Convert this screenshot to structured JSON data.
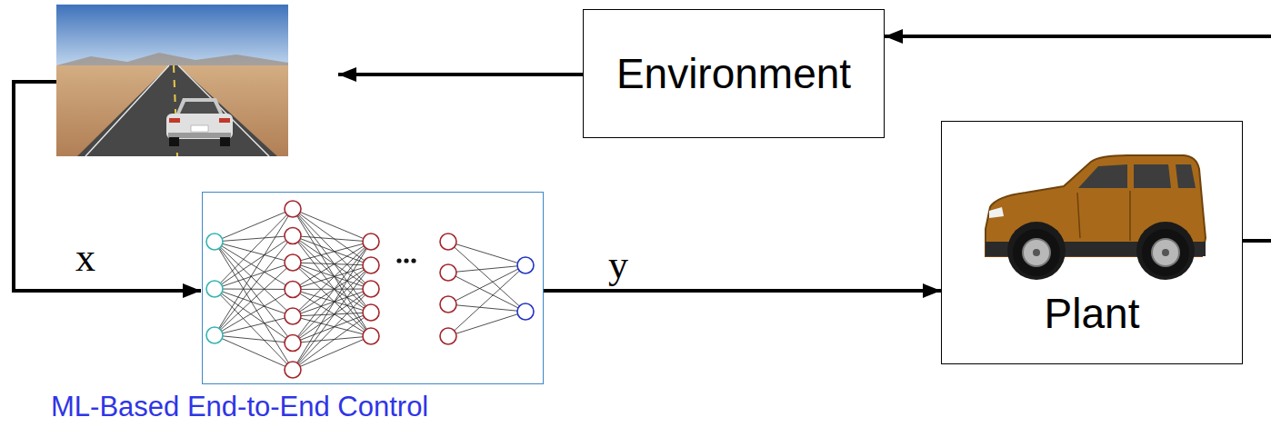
{
  "diagram": {
    "nodes": [
      {
        "text": [
          "Environment"
        ]
      },
      {
        "text": [
          "ML-Based End-to-End Control"
        ]
      },
      {
        "text": [
          "Plant"
        ]
      }
    ],
    "edges": [
      {
        "from": 1,
        "to": 2,
        "arrow": "to",
        "label": "y"
      },
      {
        "from": 2,
        "to": 0,
        "arrow": "to"
      }
    ],
    "labels": [
      "x"
    ]
  }
}
